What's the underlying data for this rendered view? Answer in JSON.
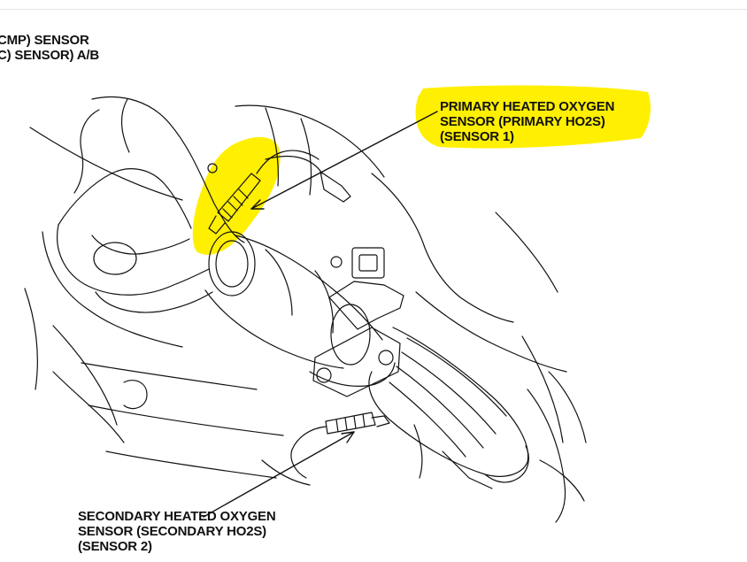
{
  "top_left_label": {
    "line1": "CMP) SENSOR",
    "line2": "C) SENSOR) A/B"
  },
  "primary_sensor_label": {
    "line1": "PRIMARY HEATED OXYGEN",
    "line2": "SENSOR (PRIMARY HO2S)",
    "line3": "(SENSOR 1)"
  },
  "secondary_sensor_label": {
    "line1": "SECONDARY HEATED OXYGEN",
    "line2": "SENSOR (SECONDARY HO2S)",
    "line3": "(SENSOR 2)"
  },
  "colors": {
    "highlight": "#ffef00",
    "ink": "#111111",
    "background": "#ffffff"
  }
}
